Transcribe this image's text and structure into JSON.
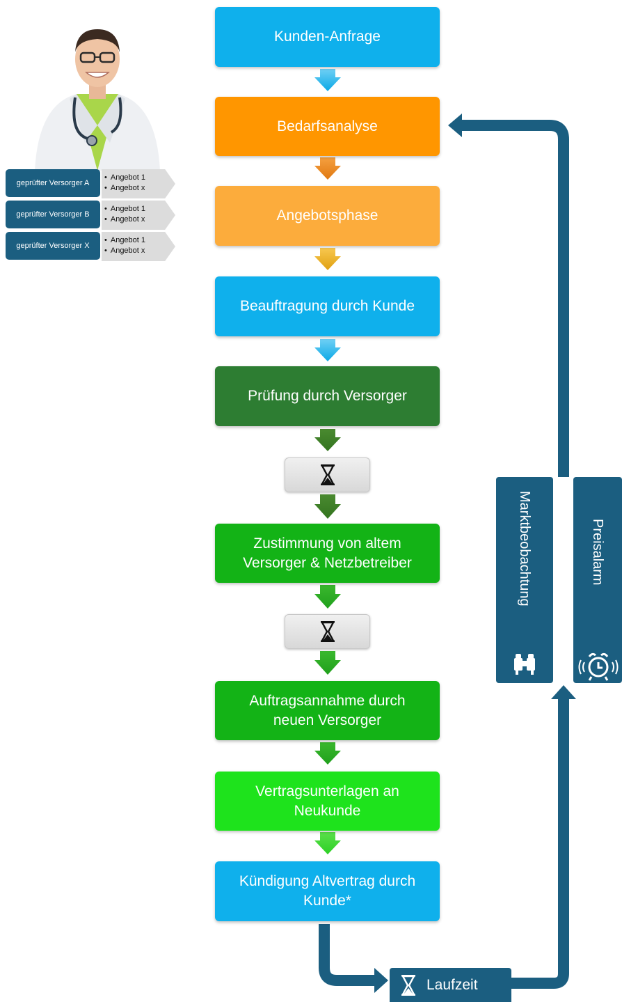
{
  "flow": {
    "kunden_anfrage": "Kunden-Anfrage",
    "bedarfsanalyse": "Bedarfsanalyse",
    "angebotsphase": "Angebotsphase",
    "beauftragung": "Beauftragung durch Kunde",
    "pruefung": "Prüfung durch Versorger",
    "zustimmung": "Zustimmung von altem Versorger & Netzbetreiber",
    "auftragsannahme": "Auftragsannahme durch neuen Versorger",
    "vertragsunterlagen": "Vertragsunterlagen an Neukunde",
    "kuendigung": "Kündigung Altvertrag durch Kunde*"
  },
  "laufzeit": "Laufzeit",
  "side": {
    "marktbeobachtung": "Marktbeobachtung",
    "preisalarm": "Preisalarm"
  },
  "vendors": [
    {
      "name": "geprüfter  Versorger A",
      "offers": [
        "Angebot  1",
        "Angebot  x"
      ]
    },
    {
      "name": "geprüfter  Versorger B",
      "offers": [
        "Angebot  1",
        "Angebot  x"
      ]
    },
    {
      "name": "geprüfter  Versorger X",
      "offers": [
        "Angebot  1",
        "Angebot  x"
      ]
    }
  ],
  "colors": {
    "blue": "#0fb0ec",
    "orange": "#ff9600",
    "light_orange": "#fcac3c",
    "dark_green": "#2d7d32",
    "green": "#13b316",
    "bright_green": "#1ee31c",
    "navy": "#1b5e80"
  },
  "icons": [
    "hourglass-icon",
    "binoculars-icon",
    "alarm-clock-icon",
    "doctor-photo"
  ]
}
